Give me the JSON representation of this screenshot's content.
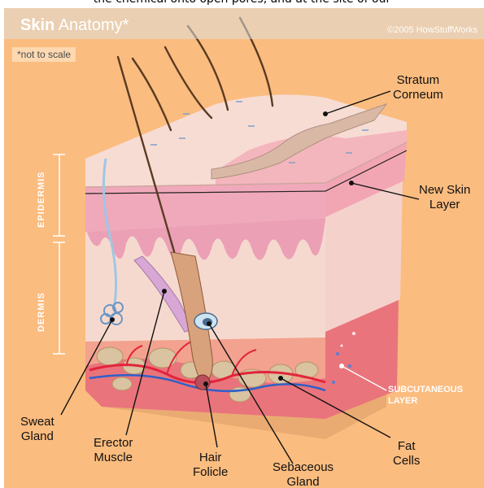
{
  "page": {
    "top_text": "the chemical onto open pores, and at the site of our",
    "title_bold": "Skin",
    "title_light": "Anatomy*",
    "copyright": "©2005 HowStuffWorks",
    "note": "*not to scale"
  },
  "labels": {
    "stratum_corneum": [
      "Stratum",
      "Corneum"
    ],
    "new_skin_layer": [
      "New Skin",
      "Layer"
    ],
    "sweat_gland": [
      "Sweat",
      "Gland"
    ],
    "erector_muscle": [
      "Erector",
      "Muscle"
    ],
    "hair_folicle": [
      "Hair",
      "Folicle"
    ],
    "sebaceous_gland": [
      "Sebaceous",
      "Gland"
    ],
    "fat_cells": [
      "Fat",
      "Cells"
    ],
    "subcutaneous_layer": [
      "SUBCUTANEOUS",
      "LAYER"
    ],
    "epidermis": "EPIDERMIS",
    "dermis": "DERMIS"
  },
  "colors": {
    "background": "#fbbc7f",
    "epidermis_top": "#f7dcd4",
    "epidermis_pink": "#f4a9b4",
    "dermis": "#f9dcd0",
    "dermis_front": "#f7c4bb",
    "subcutaneous": "#e9747c",
    "fat": "#d9c3a0",
    "vessel_red": "#e3243b",
    "vessel_blue": "#3060c8",
    "hair": "#5a3b22"
  }
}
